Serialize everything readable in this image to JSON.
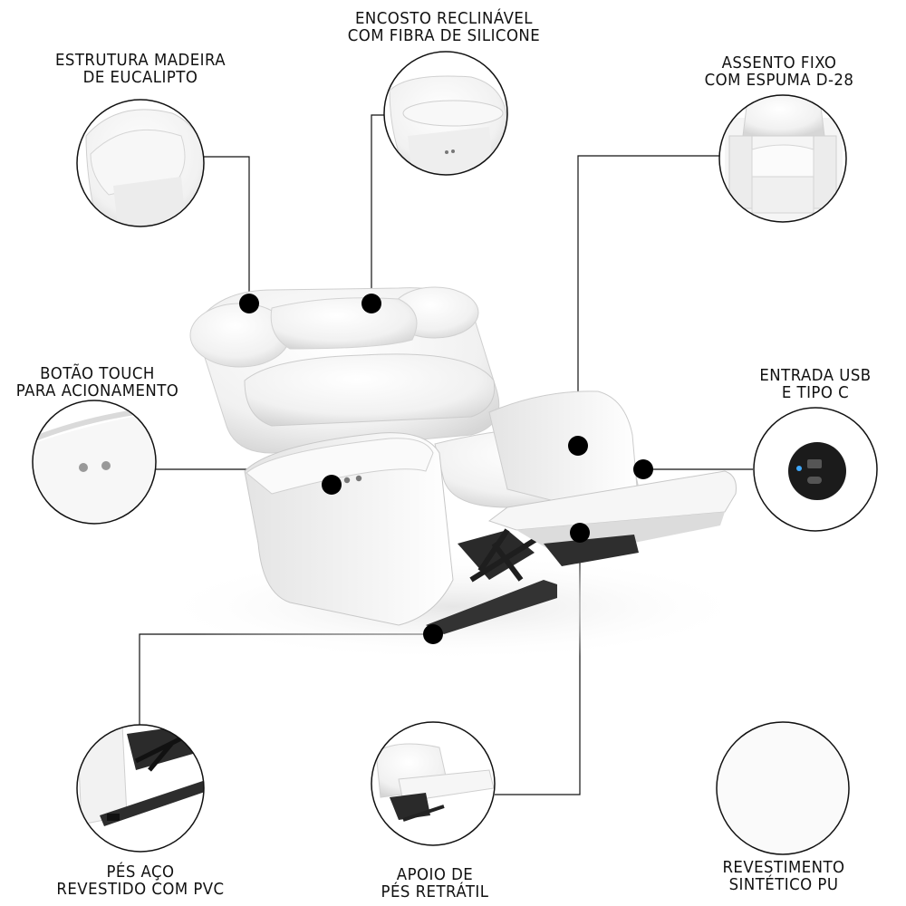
{
  "callouts": {
    "estrutura": {
      "line1": "ESTRUTURA MADEIRA",
      "line2": "DE EUCALIPTO"
    },
    "encosto": {
      "line1": "ENCOSTO RECLINÁVEL",
      "line2": "COM FIBRA DE SILICONE"
    },
    "assento": {
      "line1": "ASSENTO FIXO",
      "line2": "COM ESPUMA D-28"
    },
    "botao": {
      "line1": "BOTÃO TOUCH",
      "line2": "PARA ACIONAMENTO"
    },
    "usb": {
      "line1": "ENTRADA USB",
      "line2": "E TIPO C"
    },
    "pes": {
      "line1": "PÉS AÇO",
      "line2": "REVESTIDO COM PVC"
    },
    "apoio": {
      "line1": "APOIO DE",
      "line2": "PÉS RETRÁTIL"
    },
    "revestimento": {
      "line1": "REVESTIMENTO",
      "line2": "SINTÉTICO PU"
    }
  },
  "colors": {
    "line": "#111111",
    "dot": "#000000",
    "upholstery": "#f4f4f4",
    "shade": "#d9d9d9",
    "mechanism": "#2a2a2a"
  }
}
